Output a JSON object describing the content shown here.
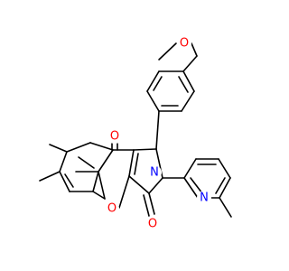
{
  "atoms": {
    "o_methoxy": {
      "symbol": "O",
      "color": "#ff0000"
    },
    "o_ketone": {
      "symbol": "O",
      "color": "#ff0000"
    },
    "o_pyran": {
      "symbol": "O",
      "color": "#ff0000"
    },
    "o_lactam": {
      "symbol": "O",
      "color": "#ff0000"
    },
    "n_lactam": {
      "symbol": "N",
      "color": "#0000ff"
    },
    "n_pyridine": {
      "symbol": "N",
      "color": "#0000ff"
    }
  },
  "bond_color": "#000000"
}
